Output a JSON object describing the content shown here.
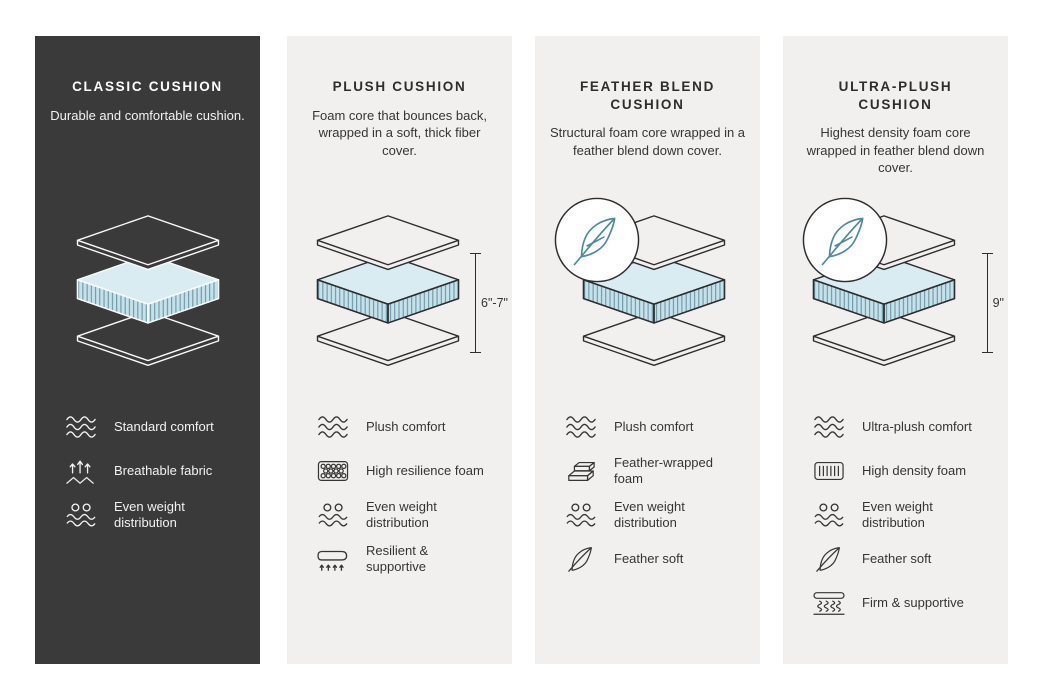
{
  "colors": {
    "dark_card": "#3a3a3a",
    "light_card": "#f1f0ee",
    "outline": "#2e2e2e",
    "foam_top": "#d9ecf2",
    "foam_side": "#c3e2ec",
    "feather_teal": "#4d8b97"
  },
  "cards": [
    {
      "id": "classic",
      "theme": "dark",
      "title": "CLASSIC CUSHION",
      "description": "Durable and comfortable cushion.",
      "features": [
        {
          "icon": "waves-icon",
          "label": "Standard comfort"
        },
        {
          "icon": "breathable-icon",
          "label": "Breathable fabric"
        },
        {
          "icon": "even-weight-icon",
          "label": "Even weight distribution"
        }
      ]
    },
    {
      "id": "plush",
      "theme": "light",
      "title": "PLUSH CUSHION",
      "description": "Foam core that bounces back, wrapped in a soft, thick fiber cover.",
      "dimension": "6\"-7\"",
      "features": [
        {
          "icon": "waves-icon",
          "label": "Plush comfort"
        },
        {
          "icon": "foam-bubbles-icon",
          "label": "High resilience foam"
        },
        {
          "icon": "even-weight-icon",
          "label": "Even weight distribution"
        },
        {
          "icon": "resilient-icon",
          "label": "Resilient & supportive"
        }
      ]
    },
    {
      "id": "feather-blend",
      "theme": "light",
      "title": "FEATHER BLEND CUSHION",
      "description": "Structural foam core wrapped in a feather blend down cover.",
      "has_feather_badge": true,
      "features": [
        {
          "icon": "waves-icon",
          "label": "Plush comfort"
        },
        {
          "icon": "feather-wrapped-icon",
          "label": "Feather-wrapped foam"
        },
        {
          "icon": "even-weight-icon",
          "label": "Even weight distribution"
        },
        {
          "icon": "feather-icon",
          "label": "Feather soft"
        }
      ]
    },
    {
      "id": "ultra-plush",
      "theme": "light",
      "title": "ULTRA-PLUSH CUSHION",
      "description": "Highest density foam core wrapped in feather blend down cover.",
      "dimension": "9\"",
      "has_feather_badge": true,
      "features": [
        {
          "icon": "waves-icon",
          "label": "Ultra-plush comfort"
        },
        {
          "icon": "foam-density-icon",
          "label": "High density foam"
        },
        {
          "icon": "even-weight-icon",
          "label": "Even weight distribution"
        },
        {
          "icon": "feather-icon",
          "label": "Feather soft"
        },
        {
          "icon": "springs-icon",
          "label": "Firm & supportive"
        }
      ]
    }
  ]
}
